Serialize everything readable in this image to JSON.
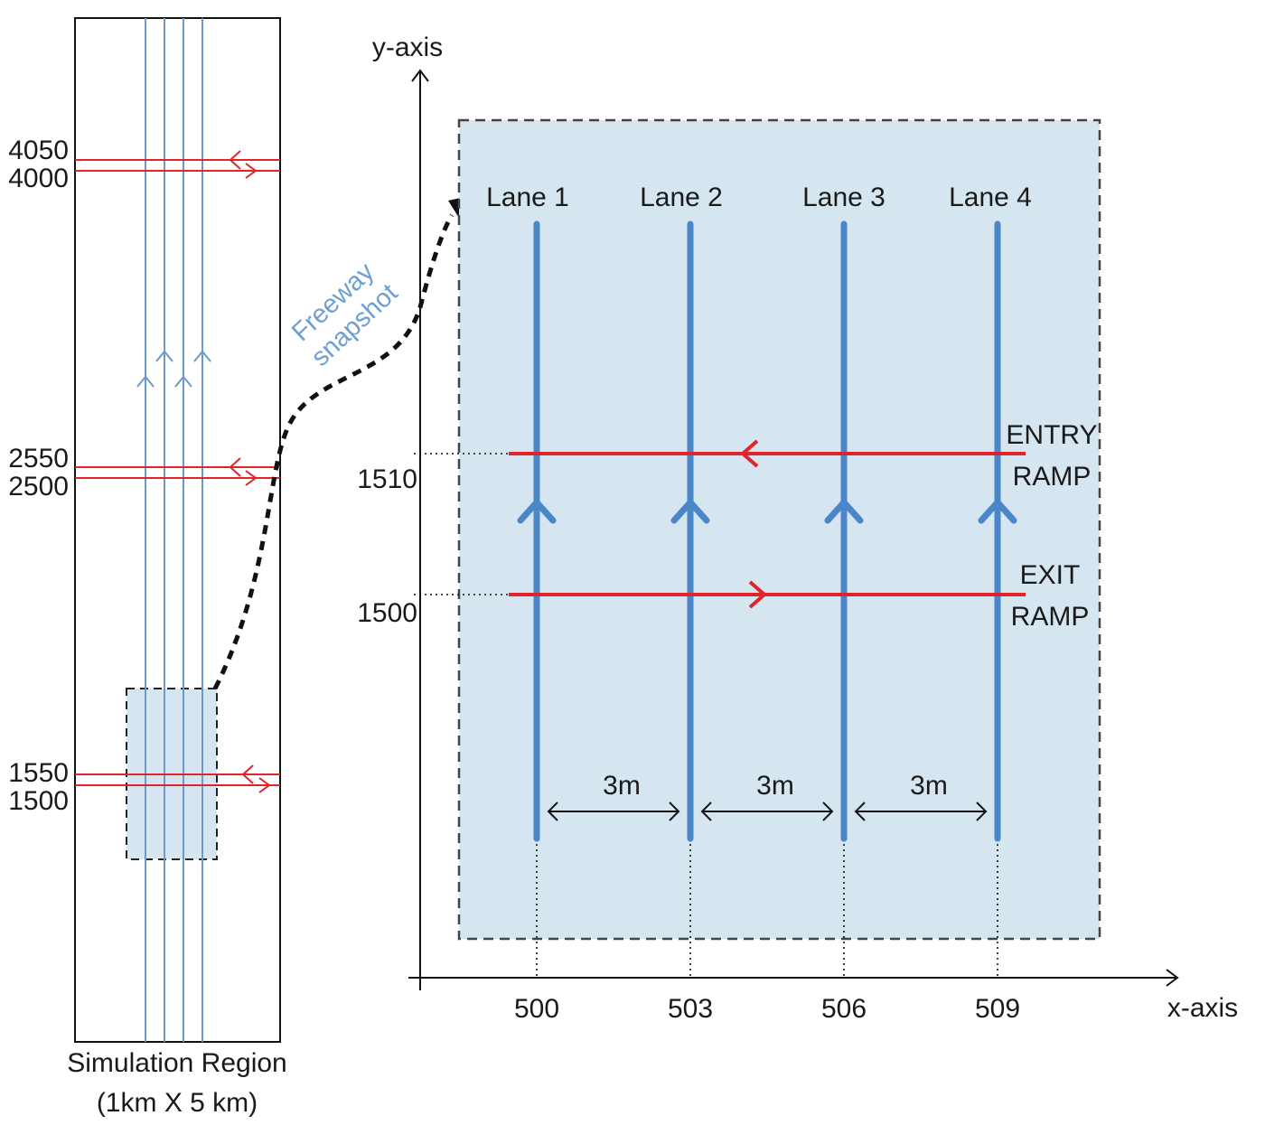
{
  "overview": {
    "tick_labels": [
      "4050",
      "4000",
      "2550",
      "2500",
      "1550",
      "1500"
    ],
    "caption_line1": "Simulation Region",
    "caption_line2": "(1km X 5 km)"
  },
  "connector": {
    "label_line1": "Freeway",
    "label_line2": "snapshot"
  },
  "detail": {
    "y_axis_label": "y-axis",
    "x_axis_label": "x-axis",
    "y_ticks": [
      "1510",
      "1500"
    ],
    "x_ticks": [
      "500",
      "503",
      "506",
      "509"
    ],
    "lanes": [
      "Lane 1",
      "Lane 2",
      "Lane 3",
      "Lane 4"
    ],
    "spacing_labels": [
      "3m",
      "3m",
      "3m"
    ],
    "entry_ramp_line1": "ENTRY",
    "entry_ramp_line2": "RAMP",
    "exit_ramp_line1": "EXIT",
    "exit_ramp_line2": "RAMP"
  },
  "colors": {
    "lane": "#4a86c8",
    "ramp": "#e0242b",
    "zoom_fill": "#d5e6f1",
    "connector_text": "#6e9fd0"
  }
}
